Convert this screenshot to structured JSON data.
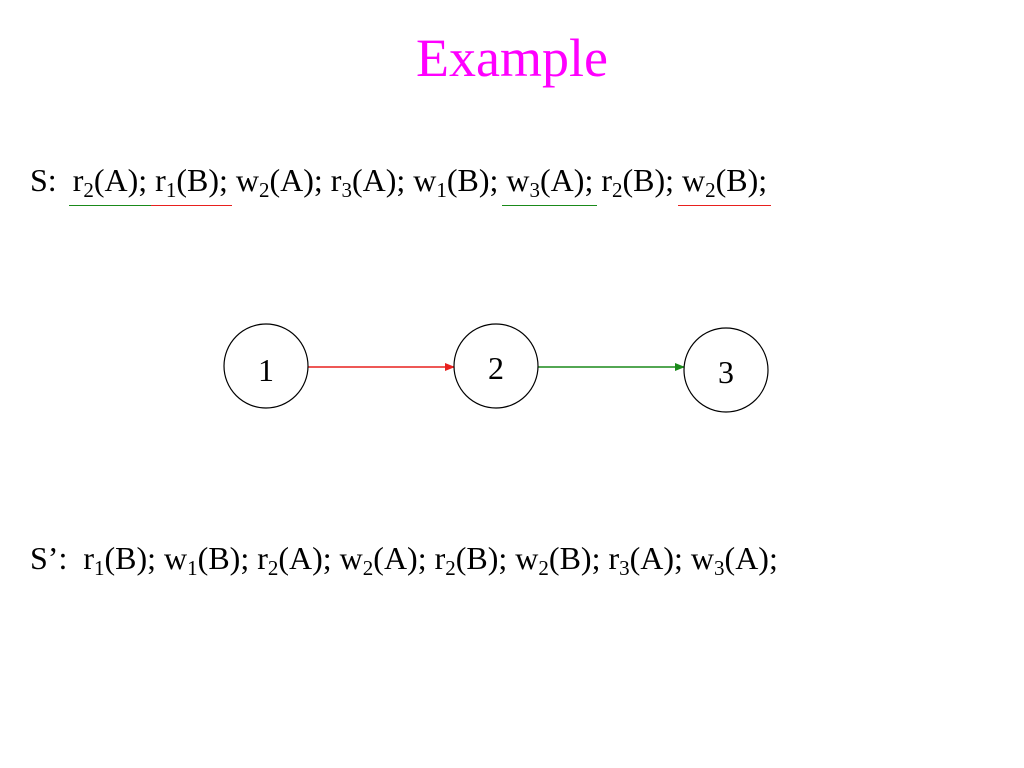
{
  "title": "Example",
  "colors": {
    "title": "#FF00FF",
    "conflict_red": "#E8201E",
    "conflict_green": "#1A8A1A"
  },
  "schedule_s": {
    "label": "S:",
    "operations": [
      {
        "op": "r",
        "txn": "2",
        "item": "(A)",
        "sep": ";",
        "underline": "green"
      },
      {
        "op": "r",
        "txn": "1",
        "item": "(B)",
        "sep": ";",
        "underline": "red"
      },
      {
        "op": "w",
        "txn": "2",
        "item": "(A)",
        "sep": ";",
        "underline": null
      },
      {
        "op": "r",
        "txn": "3",
        "item": "(A)",
        "sep": ";",
        "underline": null
      },
      {
        "op": "w",
        "txn": "1",
        "item": "(B)",
        "sep": ";",
        "underline": null
      },
      {
        "op": "w",
        "txn": "3",
        "item": "(A)",
        "sep": ";",
        "underline": "green"
      },
      {
        "op": "r",
        "txn": "2",
        "item": "(B)",
        "sep": ";",
        "underline": null
      },
      {
        "op": "w",
        "txn": "2",
        "item": "(B)",
        "sep": ";",
        "underline": "red"
      }
    ]
  },
  "precedence_graph": {
    "nodes": [
      {
        "id": "1",
        "label": "1"
      },
      {
        "id": "2",
        "label": "2"
      },
      {
        "id": "3",
        "label": "3"
      }
    ],
    "edges": [
      {
        "from": "1",
        "to": "2",
        "color": "red"
      },
      {
        "from": "2",
        "to": "3",
        "color": "green"
      }
    ]
  },
  "schedule_s_prime": {
    "label": "S’:",
    "operations": [
      {
        "op": "r",
        "txn": "1",
        "item": "(B)",
        "sep": ";",
        "underline": null
      },
      {
        "op": "w",
        "txn": "1",
        "item": "(B)",
        "sep": ";",
        "underline": null
      },
      {
        "op": "r",
        "txn": "2",
        "item": "(A)",
        "sep": ";",
        "underline": null
      },
      {
        "op": "w",
        "txn": "2",
        "item": "(A)",
        "sep": ";",
        "underline": null
      },
      {
        "op": "r",
        "txn": "2",
        "item": "(B)",
        "sep": ";",
        "underline": null
      },
      {
        "op": "w",
        "txn": "2",
        "item": "(B)",
        "sep": ";",
        "underline": null
      },
      {
        "op": "r",
        "txn": "3",
        "item": "(A)",
        "sep": ";",
        "underline": null
      },
      {
        "op": "w",
        "txn": "3",
        "item": "(A)",
        "sep": ";",
        "underline": null
      }
    ]
  }
}
